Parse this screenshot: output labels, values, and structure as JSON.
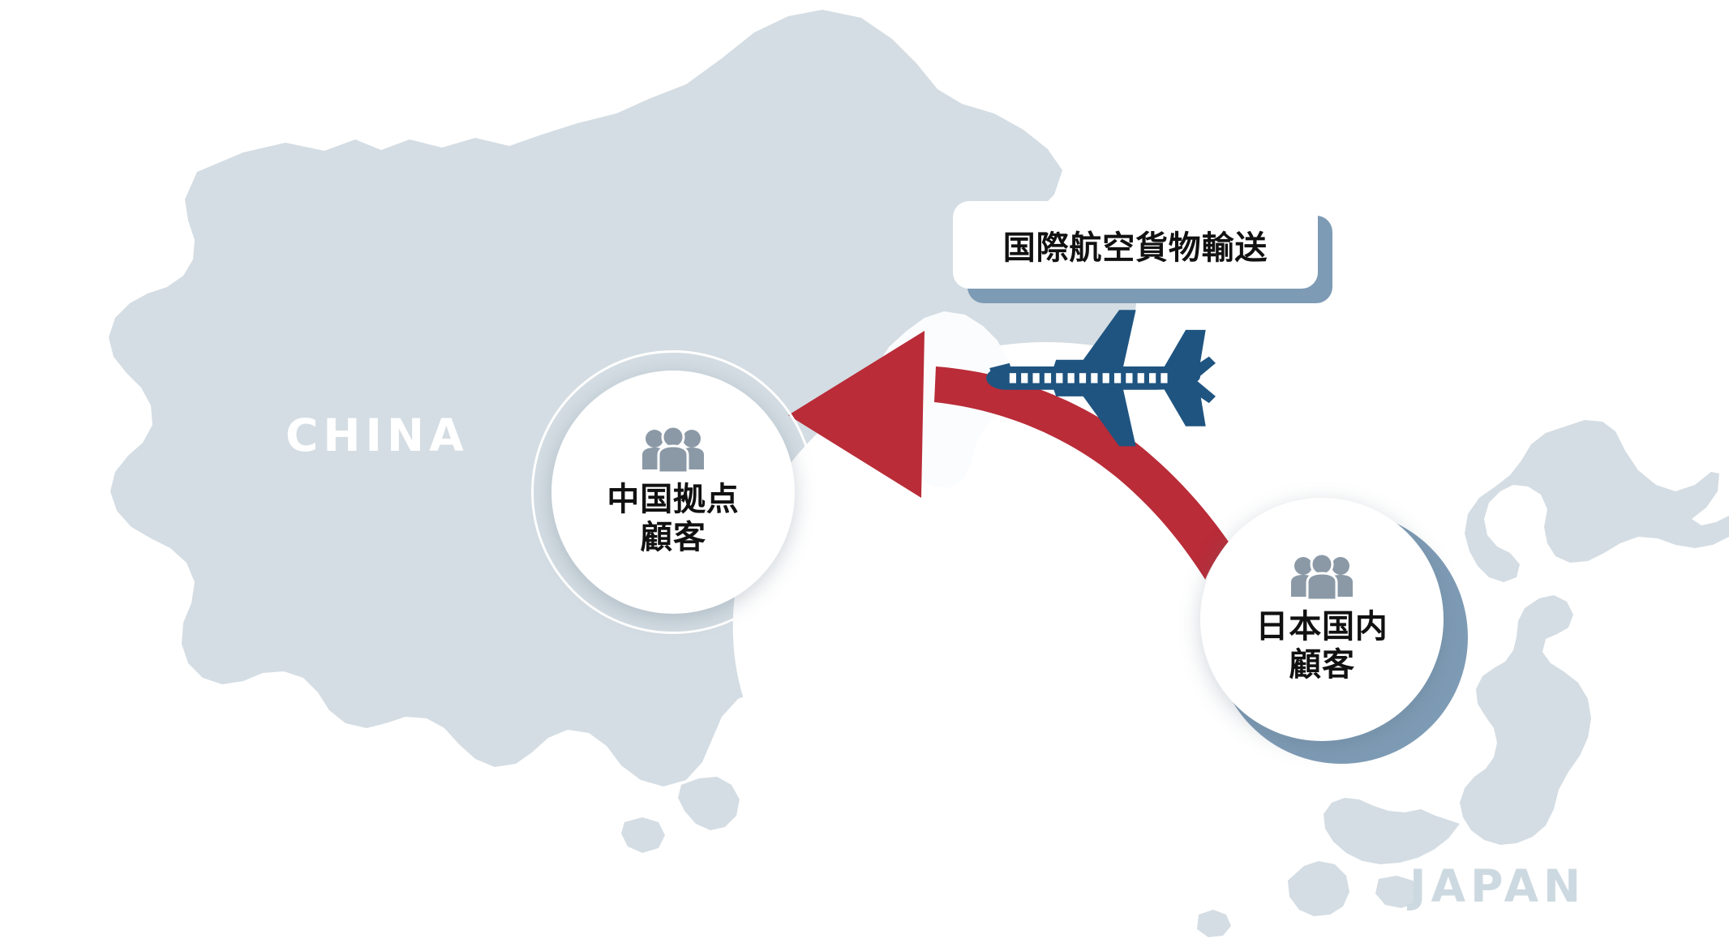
{
  "diagram": {
    "title_pill": {
      "label": "国際航空貨物輸送",
      "icon": "label-box"
    },
    "country_labels": [
      {
        "name": "CHINA",
        "color": "#ffffff"
      },
      {
        "name": "JAPAN",
        "color": "#cdd9e1"
      }
    ],
    "nodes": [
      {
        "id": "china-base-customers",
        "label": "中国拠点\n顧客",
        "icon": "people-group-icon"
      },
      {
        "id": "japan-domestic-customers",
        "label": "日本国内\n顧客",
        "icon": "people-group-icon"
      }
    ],
    "flow_arrow": {
      "from": "japan-domestic-customers",
      "to": "china-base-customers",
      "color": "#b92c38",
      "icon": "curved-arrow-left-icon"
    },
    "vehicle": {
      "icon": "airplane-icon",
      "color": "#1f5480",
      "heading": "left"
    },
    "colors": {
      "land": "#d4dde3",
      "sea": "#ffffff",
      "crimson": "#b92c38",
      "steel_blue": "#7e9bb5",
      "plane_blue": "#1f5480",
      "people_gray": "#8b99a6"
    }
  }
}
